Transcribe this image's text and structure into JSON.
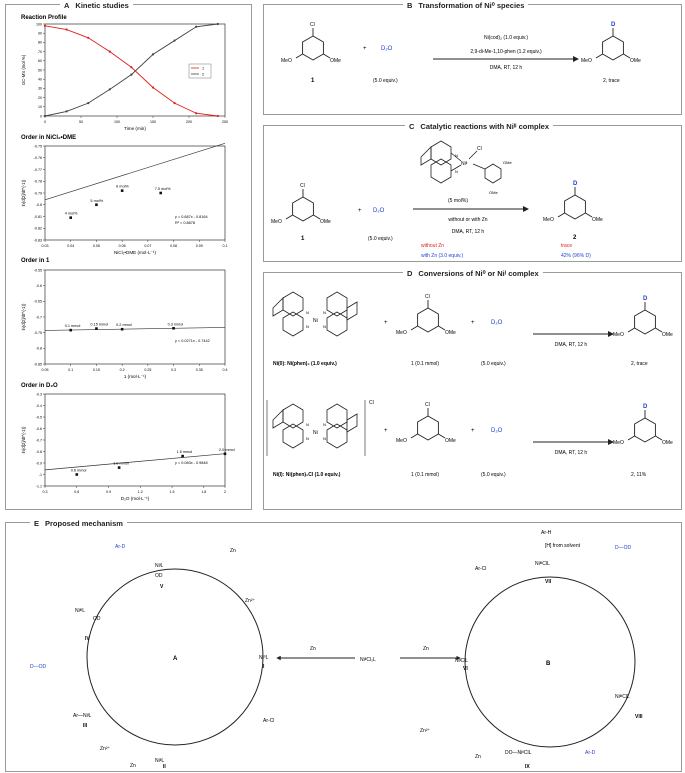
{
  "panels": {
    "A": {
      "letter": "A",
      "title": "Kinetic studies"
    },
    "B": {
      "letter": "B",
      "title": "Transformation of Ni⁰ species"
    },
    "C": {
      "letter": "C",
      "title": "Catalytic reactions with Niᴵᴵ complex"
    },
    "D": {
      "letter": "D",
      "title": "Conversions of Ni⁰ or Niᴵ complex"
    },
    "E": {
      "letter": "E",
      "title": "Proposed mechanism"
    }
  },
  "kinetics": {
    "reaction_profile": {
      "title": "Reaction Profile",
      "ylabel": "GC-MS (mol %)",
      "xlabel": "Time (min)",
      "legend": [
        "1",
        "2"
      ]
    },
    "order_nicl2": {
      "title": "Order in NiCl₂•DME",
      "ylabel": "ln(d[2]/dt^(-1))",
      "xlabel": "NiCl₂•DME (mol·L⁻¹)",
      "equation": "y = 0.687x - 0.8164",
      "r2": "R² = 0.8878",
      "point_labels": [
        "4 mol%",
        "5 mol%",
        "6 mol%",
        "7.5 mol%"
      ]
    },
    "order_1": {
      "title": "Order in 1",
      "ylabel": "ln(d[2]/dt^(-1))",
      "xlabel": "1 (mol·L⁻¹)",
      "equation": "y = 0.0271x - 0.7442",
      "point_labels": [
        "0.1 mmol",
        "0.15 mmol",
        "0.2 mmol",
        "0.3 mmol"
      ]
    },
    "order_d2o": {
      "title": "Order in D₂O",
      "ylabel": "ln(d[2]/dt^(-1))",
      "xlabel": "D₂O (mol·L⁻¹)",
      "equation": "y = 0.083x - 0.9848",
      "point_labels": [
        "0.6 mmol",
        "1.0 mmol",
        "1.6 mmol",
        "2.0 mmol"
      ]
    }
  },
  "chart_data": [
    {
      "type": "line",
      "title": "Reaction Profile",
      "xlabel": "Time (min)",
      "ylabel": "GC-MS (mol %)",
      "xlim": [
        0,
        250
      ],
      "ylim": [
        0,
        100
      ],
      "xticks": [
        0,
        50,
        100,
        150,
        200,
        250
      ],
      "yticks": [
        0,
        10,
        20,
        30,
        40,
        50,
        60,
        70,
        80,
        90,
        100
      ],
      "legend_position": "right",
      "series": [
        {
          "name": "1",
          "color": "#e0201c",
          "x": [
            0,
            30,
            60,
            90,
            120,
            150,
            180,
            210,
            240
          ],
          "y": [
            98,
            94,
            85,
            70,
            53,
            31,
            14,
            3,
            0
          ]
        },
        {
          "name": "2",
          "color": "#444444",
          "x": [
            0,
            30,
            60,
            90,
            120,
            150,
            180,
            210,
            240
          ],
          "y": [
            0,
            5,
            14,
            29,
            45,
            67,
            82,
            97,
            100
          ]
        }
      ]
    },
    {
      "type": "scatter",
      "title": "Order in NiCl₂•DME",
      "xlabel": "NiCl₂•DME (mol·L⁻¹)",
      "ylabel": "ln(d[2]/dt^(-1))",
      "xlim": [
        0.03,
        0.1
      ],
      "ylim": [
        -0.83,
        -0.75
      ],
      "xticks": [
        0.03,
        0.04,
        0.05,
        0.06,
        0.07,
        0.08,
        0.09,
        0.1
      ],
      "yticks": [
        -0.75,
        -0.76,
        -0.77,
        -0.78,
        -0.79,
        -0.8,
        -0.81,
        -0.82,
        -0.83
      ],
      "x": [
        0.04,
        0.05,
        0.06,
        0.075
      ],
      "y": [
        -0.811,
        -0.8,
        -0.788,
        -0.79
      ],
      "fit": {
        "slope": 0.687,
        "intercept": -0.8164
      }
    },
    {
      "type": "scatter",
      "title": "Order in 1",
      "xlabel": "1 (mol·L⁻¹)",
      "ylabel": "ln(d[2]/dt^(-1))",
      "xlim": [
        0.05,
        0.4
      ],
      "ylim": [
        -0.85,
        -0.55
      ],
      "xticks": [
        0.05,
        0.1,
        0.15,
        0.2,
        0.25,
        0.3,
        0.35,
        0.4
      ],
      "yticks": [
        -0.55,
        -0.6,
        -0.65,
        -0.7,
        -0.75,
        -0.8,
        -0.85
      ],
      "x": [
        0.1,
        0.15,
        0.2,
        0.3
      ],
      "y": [
        -0.742,
        -0.737,
        -0.739,
        -0.736
      ],
      "fit": {
        "slope": 0.0271,
        "intercept": -0.7442
      }
    },
    {
      "type": "scatter",
      "title": "Order in D₂O",
      "xlabel": "D₂O (mol·L⁻¹)",
      "ylabel": "ln(d[2]/dt^(-1))",
      "xlim": [
        0.3,
        2.0
      ],
      "ylim": [
        -1.1,
        -0.3
      ],
      "xticks": [
        0.3,
        0.6,
        0.9,
        1.2,
        1.5,
        1.8,
        2.0
      ],
      "yticks": [
        -0.3,
        -0.4,
        -0.5,
        -0.6,
        -0.7,
        -0.8,
        -0.9,
        -1.0,
        -1.1
      ],
      "x": [
        0.6,
        1.0,
        1.6,
        2.0
      ],
      "y": [
        -1.0,
        -0.94,
        -0.84,
        -0.82
      ],
      "fit": {
        "slope": 0.083,
        "intercept": -0.9848
      }
    }
  ],
  "scheme_b": {
    "sm_label": "1",
    "reagent": "D₂O",
    "reagent_eq": "(5.0 equiv.)",
    "cond1": "Ni(cod)₂ (1.0 equiv.)",
    "cond2": "2,9-di-Me-1,10-phen (1.2 equiv.)",
    "cond3": "DMA, RT, 12 h",
    "product": "2, trace",
    "d": "D",
    "cl": "Cl",
    "ome": "MeO",
    "ome2": "OMe",
    "plus": "+"
  },
  "scheme_c": {
    "sm_label": "1",
    "reagent": "D₂O",
    "reagent_eq": "(5.0 equiv.)",
    "catalyst_loading": "(5 mol%)",
    "cond1": "without or with Zn",
    "cond2": "DMA, RT, 12 h",
    "product_label": "2",
    "row1_label": "without Zn",
    "row1_value": "trace",
    "row2_label": "with Zn (3.0 equiv.)",
    "row2_value": "42% (96% D)",
    "ni_label": "Niᴵᴵ",
    "cl": "Cl",
    "ome": "OMe"
  },
  "scheme_d": {
    "row1_complex": "Ni(0): Ni(phen)₂ (1.0 equiv.)",
    "row1_sm": "1 (0.1 mmol)",
    "row1_d2o": "(5.0 equiv.)",
    "row1_cond": "DMA, RT, 12 h",
    "row1_product": "2, trace",
    "row2_complex": "Ni(I): Ni(phen)₂Cl (1.0 equiv.)",
    "row2_sm": "1 (0.1 mmol)",
    "row2_d2o": "(5.0 equiv.)",
    "row2_cond": "DMA, RT, 12 h",
    "row2_product": "2, 11%",
    "ni": "Ni",
    "cl": "Cl",
    "d2o": "D₂O"
  },
  "mechanism": {
    "cycle_a": "A",
    "cycle_b": "B",
    "left": {
      "I": "Ni⁰L",
      "II": "NiᴵᴵL",
      "III": "Ar—NiᴵL",
      "IV": "NiᴵᴵᴵL",
      "V": "NiᴵL",
      "zn": "Zn",
      "zn2": "Zn²⁺",
      "arcl": "Ar-Cl",
      "ard": "Ar-D",
      "dod": "D—OD",
      "od": "OD"
    },
    "right": {
      "VI": "NiᴵClL",
      "VII": "NiᴵᴵᴵClL",
      "VIII": "NiᴵᴵᴵClL",
      "IX": "NiᴵᴵClL",
      "arh": "Ar-H",
      "h_source": "[H] from solvent",
      "dod": "D—OD",
      "arcl": "Ar-Cl",
      "ard": "Ar-D",
      "zn": "Zn",
      "zn2": "Zn²⁺",
      "dooni": "DO—NiᴵᴵClL"
    },
    "center": {
      "start": "NiᴵᴵCl₂L",
      "zn_left": "Zn",
      "zn_right": "Zn"
    },
    "roman": [
      "I",
      "II",
      "III",
      "IV",
      "V",
      "VI",
      "VII",
      "VIII",
      "IX"
    ]
  }
}
